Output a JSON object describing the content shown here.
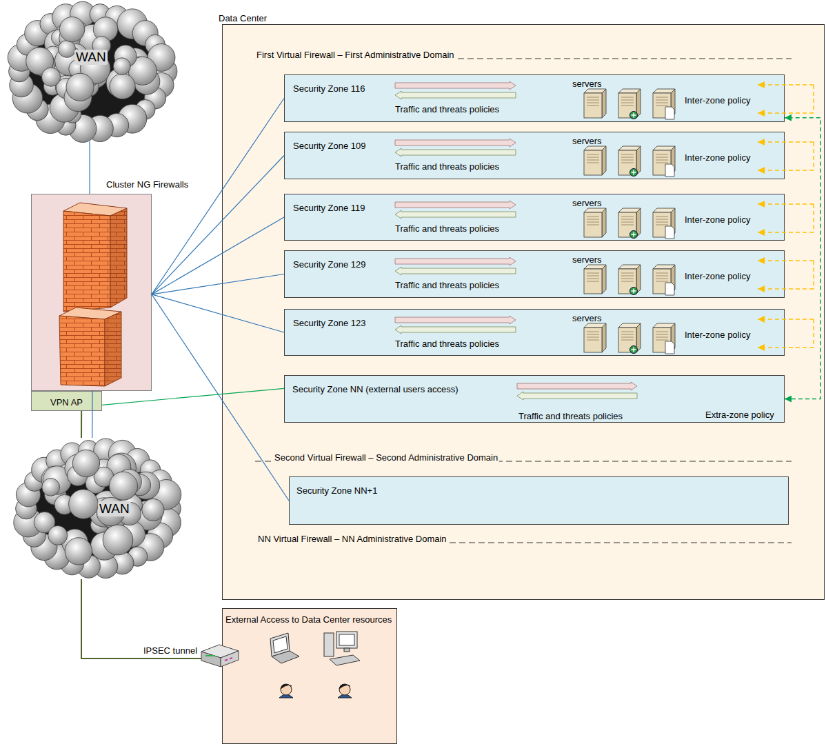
{
  "diagram": {
    "nodes": [
      {
        "text": [
          "WAN"
        ]
      },
      {
        "text": [
          "Cluster NG Firewalls"
        ]
      },
      {
        "text": [
          "VPN AP"
        ]
      },
      {
        "text": [
          "WAN"
        ]
      },
      {
        "text": [
          "Data Center"
        ]
      },
      {
        "text": [
          "Security Zone 116",
          "Traffic and threats policies",
          "servers",
          "Inter-zone policy"
        ],
        "in": 4
      },
      {
        "text": [
          "Security Zone 109",
          "Traffic and threats policies",
          "servers",
          "Inter-zone policy"
        ],
        "in": 4
      },
      {
        "text": [
          "Security Zone 119",
          "Traffic and threats policies",
          "servers",
          "Inter-zone policy"
        ],
        "in": 4
      },
      {
        "text": [
          "Security Zone 129",
          "Traffic and threats policies",
          "servers",
          "Inter-zone policy"
        ],
        "in": 4
      },
      {
        "text": [
          "Security Zone 123",
          "Traffic and threats policies",
          "servers",
          "Inter-zone policy"
        ],
        "in": 4
      },
      {
        "text": [
          "Security Zone NN (external users access)",
          "Traffic and threats policies",
          "Extra-zone policy"
        ],
        "in": 4
      },
      {
        "text": [
          "Security Zone NN+1"
        ],
        "in": 4
      },
      {
        "text": [
          "External Access to Data Center resources"
        ]
      }
    ],
    "edges": [
      {
        "from": 0,
        "to": 1,
        "arrow": "none"
      },
      {
        "from": 1,
        "to": 5,
        "arrow": "none"
      },
      {
        "from": 1,
        "to": 6,
        "arrow": "none"
      },
      {
        "from": 1,
        "to": 7,
        "arrow": "none"
      },
      {
        "from": 1,
        "to": 8,
        "arrow": "none"
      },
      {
        "from": 1,
        "to": 9,
        "arrow": "none"
      },
      {
        "from": 1,
        "to": 11,
        "arrow": "none"
      },
      {
        "from": 1,
        "to": 3,
        "arrow": "none"
      },
      {
        "from": 2,
        "to": 10,
        "arrow": "none"
      },
      {
        "from": 2,
        "to": 3,
        "arrow": "none"
      },
      {
        "from": 3,
        "to": 12,
        "label": "IPSEC tunnel",
        "arrow": "none"
      },
      {
        "from": 10,
        "to": 5,
        "arrow": "both"
      }
    ],
    "labels": [
      "First Virtual Firewall – First Administrative Domain",
      "Second Virtual Firewall – Second Administrative Domain",
      "NN Virtual Firewall – NN Administrative Domain"
    ]
  }
}
